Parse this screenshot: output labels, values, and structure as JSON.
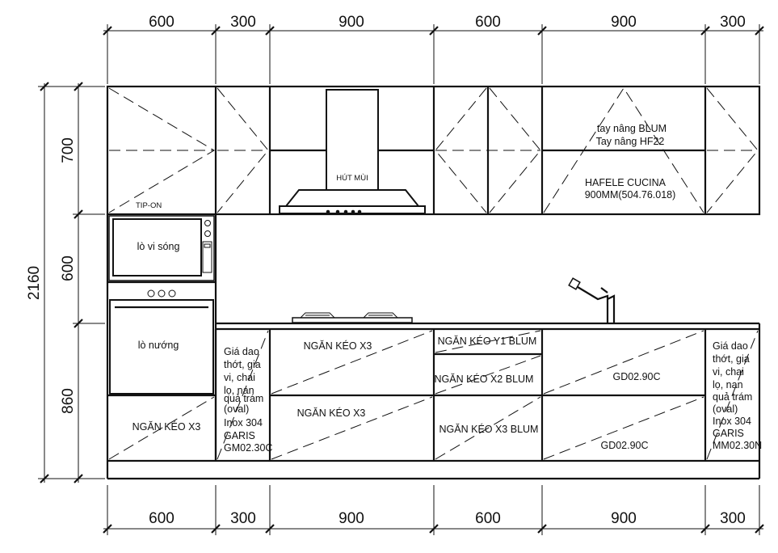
{
  "dimensions": {
    "top": [
      "600",
      "300",
      "900",
      "600",
      "900",
      "300"
    ],
    "bottom": [
      "600",
      "300",
      "900",
      "600",
      "900",
      "300"
    ],
    "left_total": "2160",
    "left_parts": [
      "700",
      "600",
      "860"
    ]
  },
  "labels": {
    "tip_on": "TIP-ON",
    "hood": "HÚT MÙI",
    "lift_1": "tay nâng  BLUM",
    "lift_2": "Tay nâng HF22",
    "hafele_1": "HAFELE CUCINA",
    "hafele_2": "900MM(504.76.018)",
    "microwave": "lò vi sóng",
    "oven": "lò nướng",
    "drawer_left": "NGĂN KÉO X3",
    "drawer_mid_top": "NGĂN KÉO X3",
    "drawer_mid_bottom": "NGĂN KÉO X3",
    "blum_y1": "NGĂN KÉO Y1 BLUM",
    "blum_x2": "NGĂN KÉO X2 BLUM",
    "blum_x3": "NGĂN KÉO X3 BLUM",
    "gd_top": "GD02.90C",
    "gd_bottom": "GD02.90C",
    "rack_left": [
      "Giá dao",
      "thớt, gia",
      "vi, chai",
      "lọ, nan",
      "quả trám",
      "(oval)",
      "Inox 304",
      "GARIS",
      "GM02.30C"
    ],
    "rack_right": [
      "Giá dao",
      "thớt, gia",
      "vi, chai",
      "lọ, nan",
      "quả trám",
      "(oval)",
      "Inox 304",
      "GARIS",
      "MM02.30N"
    ]
  }
}
